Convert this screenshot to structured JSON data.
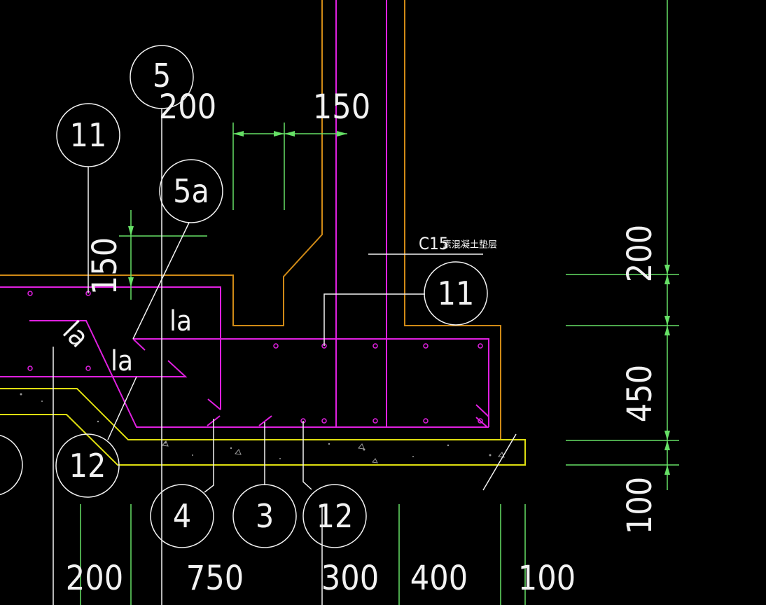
{
  "colors": {
    "background": "#000000",
    "orange": "#d08a16",
    "magenta": "#e020e0",
    "yellow": "#dede10",
    "green": "#66e066",
    "white": "#f2f2f2",
    "gray": "#b8b8b8"
  },
  "callouts": {
    "c5": "5",
    "c11_top": "11",
    "c5a": "5a",
    "c11_right": "11",
    "c12_left": "12",
    "c4": "4",
    "c3": "3",
    "c12_bottom": "12"
  },
  "dimensions": {
    "top_200": "200",
    "top_150": "150",
    "left_150": "150",
    "right_200": "200",
    "right_450": "450",
    "right_100": "100",
    "bottom_200": "200",
    "bottom_750": "750",
    "bottom_300": "300",
    "bottom_400": "400",
    "bottom_100": "100"
  },
  "labels": {
    "la_diagonal": "la",
    "la_upper": "la",
    "la_lower": "la",
    "bedding_a": "C15",
    "bedding_b": "素混凝土垫层"
  }
}
